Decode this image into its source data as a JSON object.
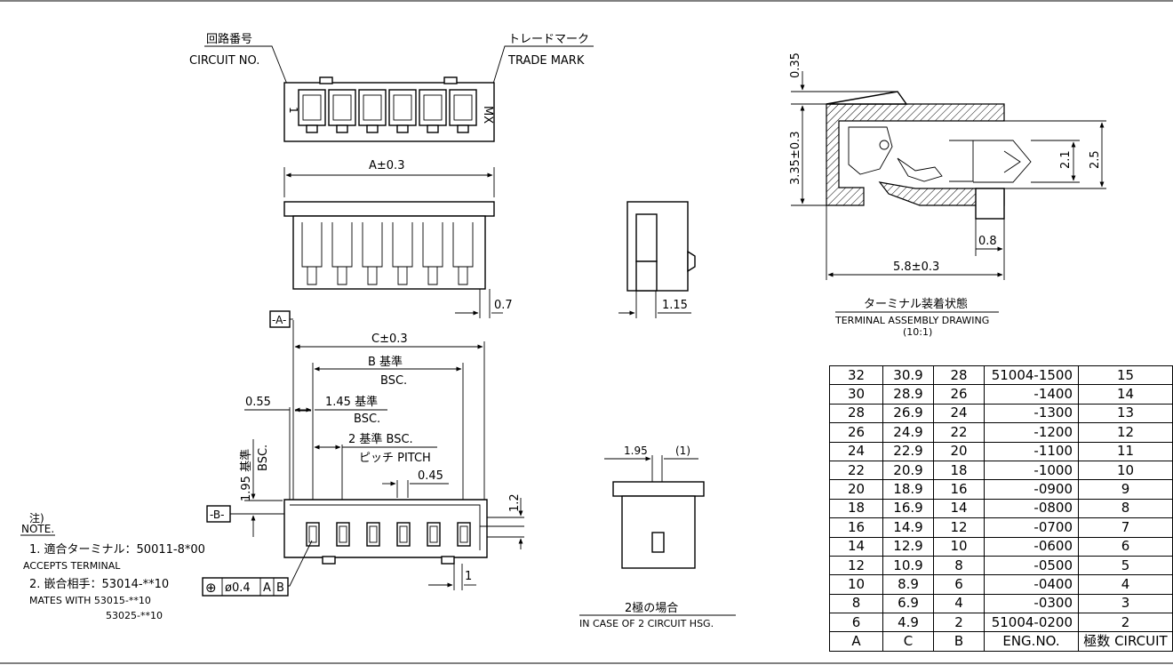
{
  "top_view": {
    "circuit_no_jp": "回路番号",
    "circuit_no_en": "CIRCUIT NO.",
    "trade_mark_jp": "トレードマーク",
    "trade_mark_en": "TRADE MARK",
    "pin1_mark": "1",
    "logo": "MX"
  },
  "front_view": {
    "dim_a": "A±0.3",
    "dim_07": "0.7"
  },
  "side_view": {
    "dim_115": "1.15"
  },
  "terminal_assembly": {
    "dim_035": "0.35",
    "dim_335": "3.35±0.3",
    "dim_21": "2.1",
    "dim_25": "2.5",
    "dim_08": "0.8",
    "dim_58": "5.8±0.3",
    "caption_jp": "ターミナル装着状態",
    "caption_en": "TERMINAL ASSEMBLY DRAWING",
    "scale": "(10:1)"
  },
  "bottom_view": {
    "datum_a": "-A-",
    "datum_b": "-B-",
    "dim_c": "C±0.3",
    "dim_b_basis": "B 基準",
    "dim_b_bsc": "BSC.",
    "dim_055": "0.55",
    "dim_145_basis": "1.45 基準",
    "dim_145_bsc": "BSC.",
    "dim_2_basis": "2 基準 BSC.",
    "pitch": "ピッチ PITCH",
    "dim_045": "0.45",
    "dim_195_vert": "1.95 基準",
    "dim_195_bsc": "BSC.",
    "dim_12": "1.2",
    "dim_1": "1",
    "tolerance_symbol": "⊕",
    "tolerance": "ø0.4",
    "tol_datum_a": "A",
    "tol_datum_b": "B"
  },
  "notes": {
    "title_jp": "注)",
    "title_en": "NOTE.",
    "line1_jp": "1. 適合ターミナル：50011-8*00",
    "line1_en": "ACCEPTS TERMINAL",
    "line2_jp": "2. 嵌合相手：53014-**10",
    "line2_en": "MATES WITH 53015-**10",
    "line3": "53025-**10"
  },
  "two_circuit_case": {
    "dim_195": "1.95",
    "dim_1": "(1)",
    "caption_jp": "2極の場合",
    "caption_en": "IN CASE OF 2 CIRCUIT HSG."
  },
  "table": {
    "headers": [
      "A",
      "C",
      "B",
      "ENG.NO.",
      "極数 CIRCUIT"
    ],
    "rows": [
      [
        "32",
        "30.9",
        "28",
        "51004-1500",
        "15"
      ],
      [
        "30",
        "28.9",
        "26",
        "-1400",
        "14"
      ],
      [
        "28",
        "26.9",
        "24",
        "-1300",
        "13"
      ],
      [
        "26",
        "24.9",
        "22",
        "-1200",
        "12"
      ],
      [
        "24",
        "22.9",
        "20",
        "-1100",
        "11"
      ],
      [
        "22",
        "20.9",
        "18",
        "-1000",
        "10"
      ],
      [
        "20",
        "18.9",
        "16",
        "-0900",
        "9"
      ],
      [
        "18",
        "16.9",
        "14",
        "-0800",
        "8"
      ],
      [
        "16",
        "14.9",
        "12",
        "-0700",
        "7"
      ],
      [
        "14",
        "12.9",
        "10",
        "-0600",
        "6"
      ],
      [
        "12",
        "10.9",
        "8",
        "-0500",
        "5"
      ],
      [
        "10",
        "8.9",
        "6",
        "-0400",
        "4"
      ],
      [
        "8",
        "6.9",
        "4",
        "-0300",
        "3"
      ],
      [
        "6",
        "4.9",
        "2",
        "51004-0200",
        "2"
      ]
    ]
  }
}
